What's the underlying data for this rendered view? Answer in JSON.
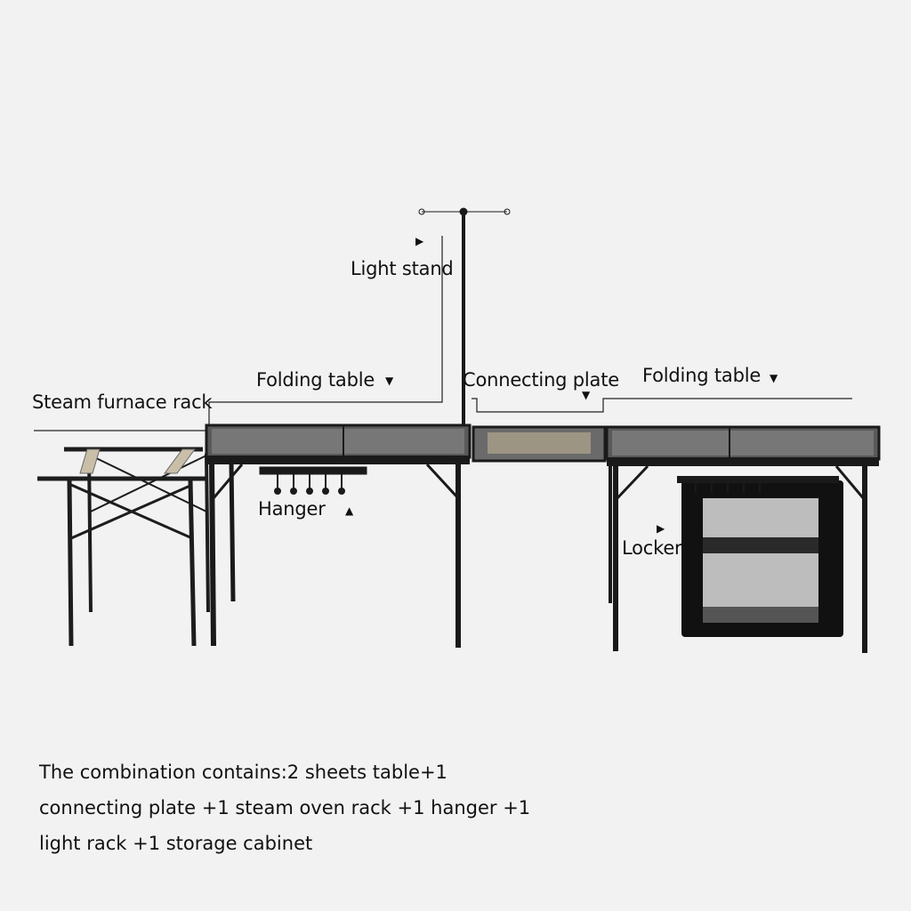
{
  "labels": {
    "light_stand": "Light stand",
    "folding_table_left": "Folding table",
    "connecting_plate": "Connecting plate",
    "folding_table_right": "Folding table",
    "steam_furnace_rack": "Steam furnace rack",
    "hanger": "Hanger",
    "locker": "Locker"
  },
  "caption": {
    "line1": "The combination contains:2 sheets table+1",
    "line2": "connecting plate +1 steam oven rack +1 hanger +1",
    "line3": "light rack +1 storage cabinet"
  },
  "icons": {
    "arrow_down": "▼",
    "arrow_up": "▲",
    "arrow_right": "▶"
  },
  "colors": {
    "background": "#f2f2f2",
    "frame": "#1a1a1a",
    "mesh": "#7d7d7d",
    "cabinet": "#111111"
  }
}
